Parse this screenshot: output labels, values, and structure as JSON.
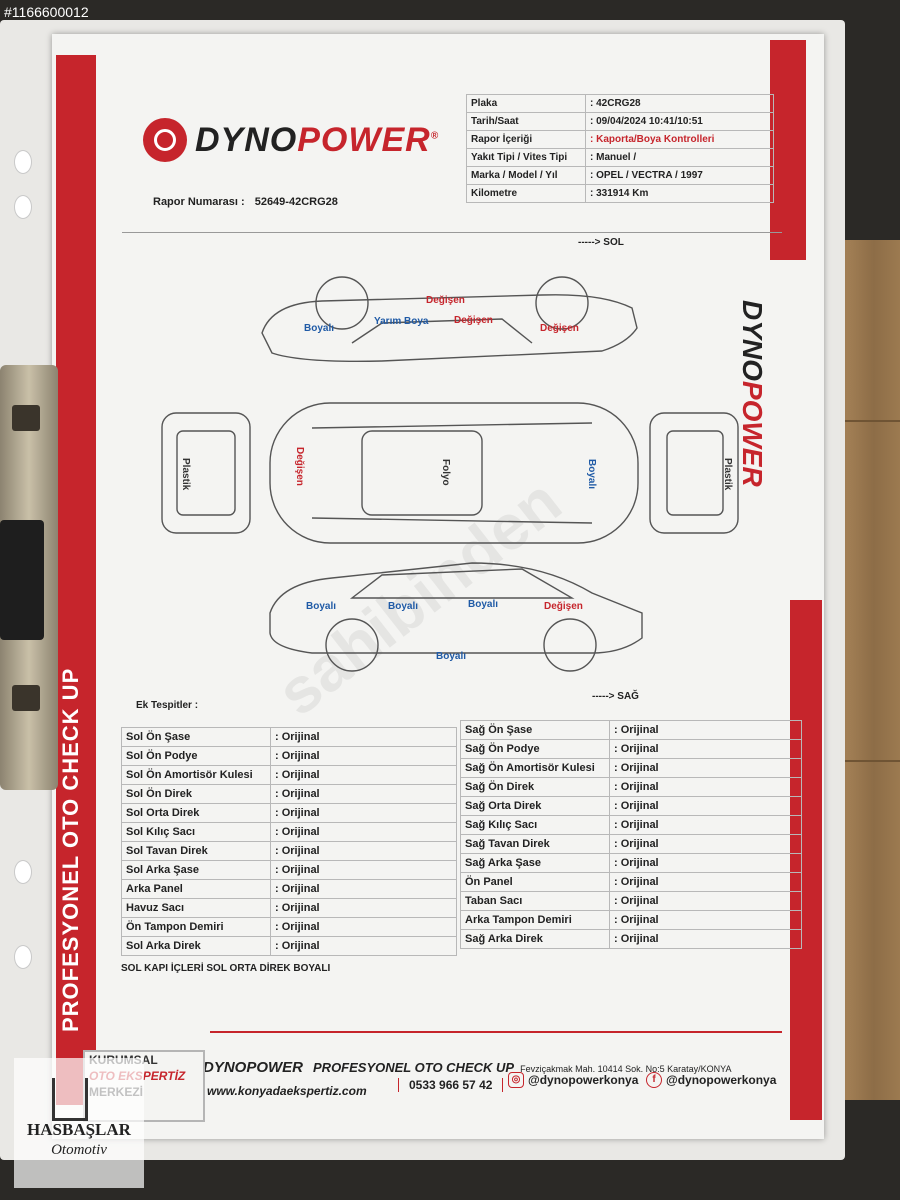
{
  "stock_id": "#1166600012",
  "brand": {
    "part1": "DYNO",
    "part2": "POWER",
    "reg": "®"
  },
  "report_number": {
    "label": "Rapor Numarası :",
    "value": "52649-42CRG28"
  },
  "info": [
    {
      "key": "Plaka",
      "value": ": 42CRG28",
      "red": false
    },
    {
      "key": "Tarih/Saat",
      "value": ": 09/04/2024  10:41/10:51",
      "red": false
    },
    {
      "key": "Rapor İçeriği",
      "value": ": Kaporta/Boya Kontrolleri",
      "red": true
    },
    {
      "key": "Yakıt Tipi / Vites Tipi",
      "value": ":  Manuel  /",
      "red": false
    },
    {
      "key": "Marka / Model / Yıl",
      "value": ": OPEL / VECTRA / 1997",
      "red": false
    },
    {
      "key": "Kilometre",
      "value": ": 331914 Km",
      "red": false
    }
  ],
  "diagram": {
    "dir_left": "-----> SOL",
    "dir_right": "-----> SAĞ",
    "labels": {
      "l_boyali": "Boyalı",
      "l_yarim": "Yarım Boya",
      "l_deg1": "Değişen",
      "l_deg2": "Değişen",
      "l_deg3": "Değişen",
      "front_plastik": "Plastik",
      "top_degisen": "Değişen",
      "top_folyo": "Folyo",
      "top_boyali": "Boyalı",
      "rear_plastik": "Plastik",
      "r_boyali1": "Boyalı",
      "r_boyali2": "Boyalı",
      "r_boyali3": "Boyalı",
      "r_degisen": "Değişen",
      "r_boyali4": "Boyalı"
    }
  },
  "ek_label": "Ek Tespitler :",
  "left_parts": [
    [
      "Sol Ön Şase",
      ": Orijinal"
    ],
    [
      "Sol Ön Podye",
      ": Orijinal"
    ],
    [
      "Sol Ön Amortisör Kulesi",
      ": Orijinal"
    ],
    [
      "Sol Ön Direk",
      ": Orijinal"
    ],
    [
      "Sol Orta Direk",
      ": Orijinal"
    ],
    [
      "Sol Kılıç Sacı",
      ": Orijinal"
    ],
    [
      "Sol Tavan Direk",
      ": Orijinal"
    ],
    [
      "Sol Arka Şase",
      ": Orijinal"
    ],
    [
      "Arka Panel",
      ": Orijinal"
    ],
    [
      "Havuz Sacı",
      ": Orijinal"
    ],
    [
      "Ön Tampon Demiri",
      ": Orijinal"
    ],
    [
      "Sol Arka Direk",
      ": Orijinal"
    ]
  ],
  "right_parts": [
    [
      "Sağ Ön Şase",
      ": Orijinal"
    ],
    [
      "Sağ Ön Podye",
      ": Orijinal"
    ],
    [
      "Sağ Ön Amortisör Kulesi",
      ": Orijinal"
    ],
    [
      "Sağ Ön Direk",
      ": Orijinal"
    ],
    [
      "Sağ Orta Direk",
      ": Orijinal"
    ],
    [
      "Sağ Kılıç Sacı",
      ": Orijinal"
    ],
    [
      "Sağ Tavan Direk",
      ": Orijinal"
    ],
    [
      "Sağ Arka Şase",
      ": Orijinal"
    ],
    [
      "Ön Panel",
      ": Orijinal"
    ],
    [
      "Taban Sacı",
      ": Orijinal"
    ],
    [
      "Arka Tampon Demiri",
      ": Orijinal"
    ],
    [
      "Sağ Arka Direk",
      ": Orijinal"
    ]
  ],
  "note": "SOL KAPI İÇLERİ SOL ORTA DİREK BOYALI",
  "side_title": "PROFESYONEL OTO CHECK UP",
  "footer": {
    "brand": "DYNOPOWER",
    "tagline": "PROFESYONEL OTO CHECK UP",
    "address": "Fevziçakmak Mah. 10414 Sok. No:5 Karatay/KONYA",
    "web": "www.konyadaekspertiz.com",
    "phone": "0533 966 57 42",
    "instagram": "@dynopowerkonya",
    "facebook": "@dynopowerkonya"
  },
  "badge": {
    "l1": "KURUMSAL",
    "l2": "OTO EKSPERTİZ",
    "l3": "MERKEZİ"
  },
  "dealer": {
    "name": "HASBAŞLAR",
    "sub": "Otomotiv"
  },
  "watermark": "sahibinden",
  "colors": {
    "accent": "#c6252c",
    "blue_label": "#1f5aa6"
  }
}
